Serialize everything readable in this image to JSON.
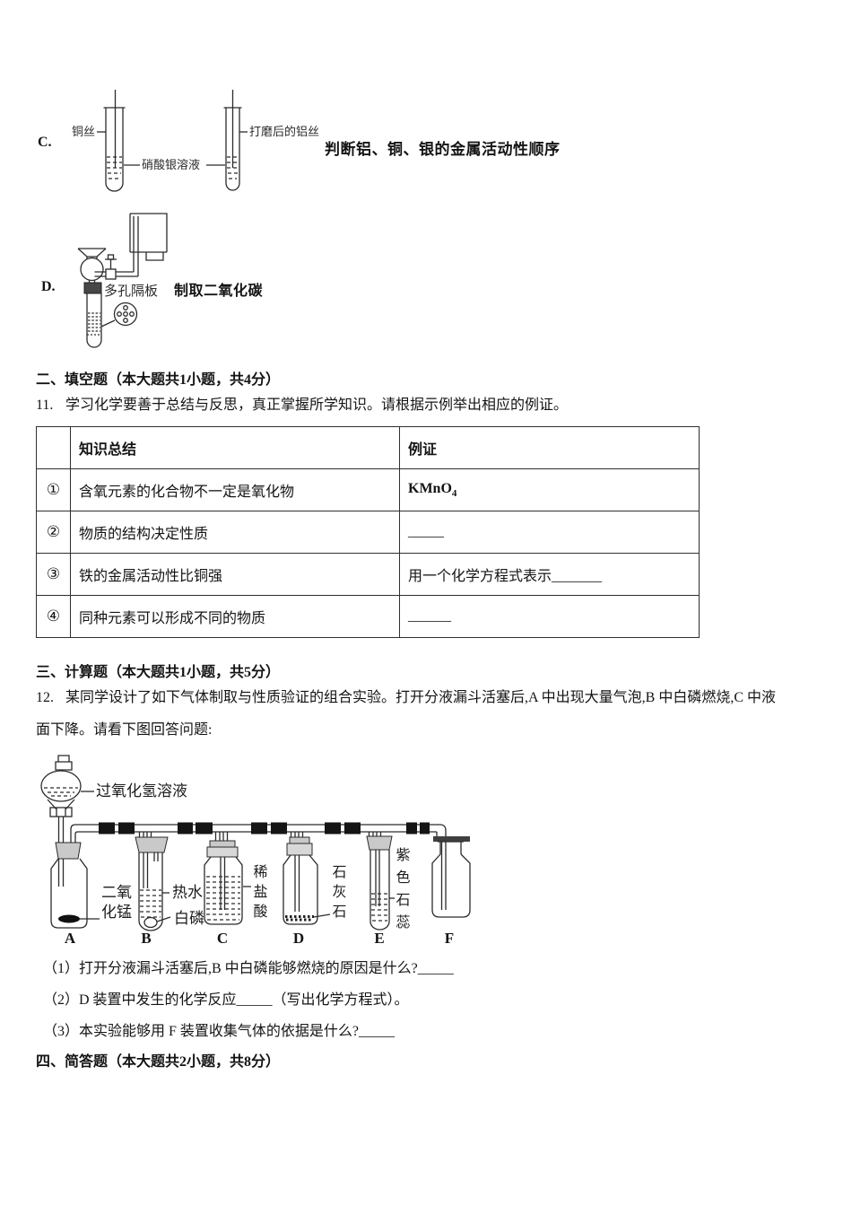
{
  "doc": {
    "options": {
      "c": {
        "letter": "C.",
        "caption": "判断铝、铜、银的金属活动性顺序",
        "labels": {
          "wire1": "铜丝",
          "solution": "硝酸银溶液",
          "wire2": "打磨后的铝丝"
        }
      },
      "d": {
        "letter": "D.",
        "caption": "制取二氧化碳",
        "labels": {
          "plate": "多孔隔板"
        }
      }
    },
    "section_fill": {
      "title": "二、填空题（本大题共1小题，共4分）"
    },
    "q11": {
      "num": "11.",
      "text": "学习化学要善于总结与反思，真正掌握所学知识。请根据示例举出相应的例证。"
    },
    "table": {
      "header": {
        "summary": "知识总结",
        "example": "例证"
      },
      "rows": [
        {
          "num": "①",
          "summary": "含氧元素的化合物不一定是氧化物",
          "example": "KMnO",
          "sub": "4"
        },
        {
          "num": "②",
          "summary": "物质的结构决定性质",
          "example": "_____"
        },
        {
          "num": "③",
          "summary": "铁的金属活动性比铜强",
          "example": "用一个化学方程式表示_______"
        },
        {
          "num": "④",
          "summary": "同种元素可以形成不同的物质",
          "example": "______"
        }
      ]
    },
    "section_calc": {
      "title": "三、计算题（本大题共1小题，共5分）"
    },
    "q12": {
      "num": "12.",
      "line1": "某同学设计了如下气体制取与性质验证的组合实验。打开分液漏斗活塞后,A 中出现大量气泡,B 中白磷燃烧,C 中液",
      "line2": "面下降。请看下图回答问题:",
      "diagram": {
        "labels": {
          "peroxide": "过氧化氢溶液",
          "mno2": "二氧化锰",
          "hot_water": "热水",
          "white_p": "白磷",
          "hcl": "稀盐酸",
          "limestone": "石灰石",
          "litmus": "紫色石蕊"
        },
        "letters": [
          "A",
          "B",
          "C",
          "D",
          "E",
          "F"
        ]
      },
      "sub_questions": [
        "（1）打开分液漏斗活塞后,B 中白磷能够燃烧的原因是什么?_____",
        "（2）D 装置中发生的化学反应_____（写出化学方程式）。",
        "（3）本实验能够用 F 装置收集气体的依据是什么?_____"
      ]
    },
    "section_short": {
      "title": "四、简答题（本大题共2小题，共8分）"
    }
  }
}
